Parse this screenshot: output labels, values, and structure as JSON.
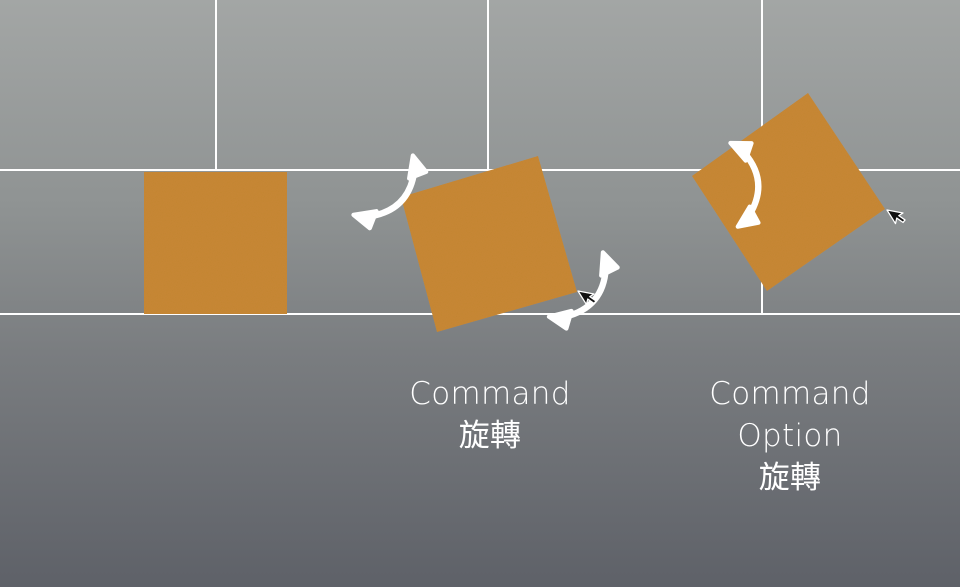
{
  "colors": {
    "square_fill": "#c88834",
    "grid_line": "#ffffff",
    "arrow": "#ffffff",
    "cursor": "#111111"
  },
  "captions": [
    {
      "lines": [
        "Command",
        "旋轉"
      ]
    },
    {
      "lines": [
        "Command",
        "Option",
        "旋轉"
      ]
    }
  ],
  "icons": [
    "rotate-arrow-icon",
    "cursor-icon"
  ]
}
